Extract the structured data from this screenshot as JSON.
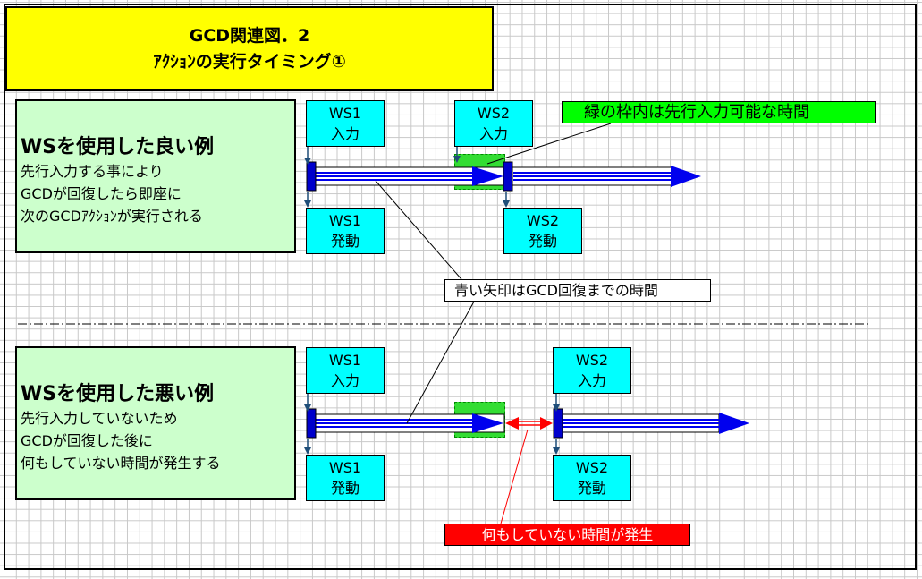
{
  "title": {
    "line1": "GCD関連図．2",
    "line2": "ｱｸｼｮﾝの実行タイミング①"
  },
  "good_example": {
    "title": "WSを使用した良い例",
    "lines": [
      "先行入力する事により",
      "GCDが回復したら即座に",
      "次のGCDｱｸｼｮﾝが実行される"
    ],
    "ws1_input": [
      "WS1",
      "入力"
    ],
    "ws1_activate": [
      "WS1",
      "発動"
    ],
    "ws2_input": [
      "WS2",
      "入力"
    ],
    "ws2_activate": [
      "WS2",
      "発動"
    ]
  },
  "bad_example": {
    "title": "WSを使用した悪い例",
    "lines": [
      "先行入力していないため",
      "GCDが回復した後に",
      "何もしていない時間が発生する"
    ],
    "ws1_input": [
      "WS1",
      "入力"
    ],
    "ws1_activate": [
      "WS1",
      "発動"
    ],
    "ws2_input": [
      "WS2",
      "入力"
    ],
    "ws2_activate": [
      "WS2",
      "発動"
    ]
  },
  "callouts": {
    "green_window": "緑の枠内は先行入力可能な時間",
    "blue_arrow": "青い矢印はGCD回復までの時間",
    "idle_time": "何もしていない時間が発生"
  },
  "colors": {
    "title_bg": "#ffff00",
    "example_bg": "#ccffcc",
    "label_bg": "#00ffff",
    "window_green": "#33dd33",
    "arrow_blue": "#0000ee",
    "idle_red": "#ff0000"
  }
}
